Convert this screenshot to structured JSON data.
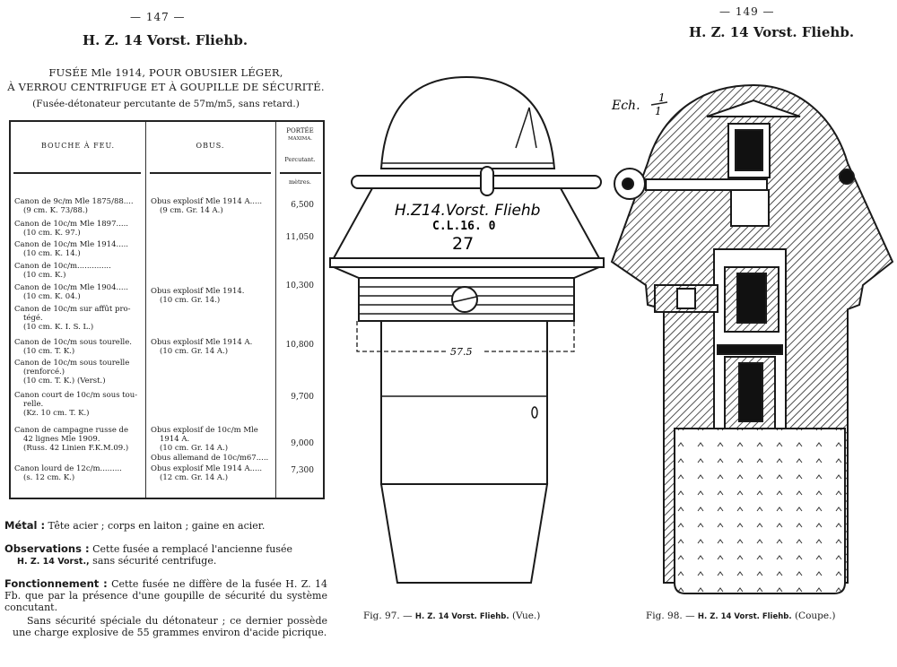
{
  "left_page": {
    "page_number": "— 147 —",
    "title": "H. Z. 14 Vorst. Fliehb.",
    "subtitle_line1": "FUSÉE Mle 1914, POUR OBUSIER LÉGER,",
    "subtitle_line2": "À VERROU CENTRIFUGE ET À GOUPILLE DE SÉCURITÉ.",
    "subtitle_line3": "(Fusée-détonateur percutante de 57m/m5, sans retard.)",
    "table": {
      "headers": {
        "col1": "BOUCHE À FEU.",
        "col2": "OBUS.",
        "col3_line1": "PORTÉE",
        "col3_line2": "MAXIMA.",
        "col3_line3": "Percutant.",
        "col3_unit": "mètres."
      },
      "guns": [
        {
          "lines": [
            "Canon de 9c/m Mle 1875/88....",
            "(9 cm. K. 73/88.)"
          ]
        },
        {
          "lines": [
            "Canon de 10c/m Mle 1897.....",
            "(10 cm. K. 97.)"
          ]
        },
        {
          "lines": [
            "Canon de 10c/m Mle 1914.....",
            "(10 cm. K. 14.)"
          ]
        },
        {
          "lines": [
            "Canon de 10c/m..............",
            "(10 cm. K.)"
          ]
        },
        {
          "lines": [
            "Canon de 10c/m Mle 1904.....",
            "(10 cm. K. 04.)"
          ]
        },
        {
          "lines": [
            "Canon de 10c/m sur affût pro-",
            "tégé.",
            "(10 cm. K. I. S. L.)"
          ]
        },
        {
          "lines": [
            "Canon de 10c/m sous tourelle.",
            "(10 cm. T. K.)"
          ]
        },
        {
          "lines": [
            "Canon de 10c/m sous tourelle",
            "(renforcé.)",
            "(10 cm. T. K.) (Verst.)"
          ]
        },
        {
          "lines": [
            "Canon court de 10c/m sous tou-",
            "relle.",
            "(Kz. 10 cm. T. K.)"
          ]
        },
        {
          "lines": [
            "Canon de campagne russe de",
            "42 lignes Mle 1909.",
            "(Russ. 42 Linien F.K.M.09.)"
          ]
        },
        {
          "lines": [
            "Canon lourd de 12c/m.........",
            "(s. 12 cm. K.)"
          ]
        }
      ],
      "shells": [
        {
          "lines": [
            "Obus explosif Mle 1914 A.....",
            "(9 cm. Gr. 14 A.)"
          ]
        },
        {
          "lines": [
            "Obus explosif Mle 1914.",
            "(10 cm. Gr. 14.)"
          ]
        },
        {
          "lines": [
            "Obus explosif Mle 1914 A.",
            "(10 cm. Gr. 14 A.)"
          ]
        },
        {
          "lines": [
            "Obus explosif de 10c/m Mle",
            "1914 A.",
            "(10 cm. Gr. 14 A.)"
          ]
        },
        {
          "lines": [
            "Obus allemand de 10c/m67....."
          ]
        },
        {
          "lines": [
            "Obus explosif Mle 1914 A.....",
            "(12 cm. Gr. 14 A.)"
          ]
        }
      ],
      "ranges": [
        "6,500",
        "11,050",
        "10,300",
        "10,800",
        "9,700",
        "9,000",
        "7,300"
      ]
    },
    "metal_label": "Métal :",
    "metal_text": "Tête acier ; corps en laiton ; gaine en acier.",
    "observations_label": "Observations :",
    "observations_text": "Cette fusée a remplacé l'ancienne fusée",
    "observations_bold": "H. Z. 14 Vorst.,",
    "observations_text2": "sans sécurité centrifuge.",
    "fonctionnement_label": "Fonctionnement :",
    "fonctionnement_text": "Cette fusée ne diffère de la fusée H. Z. 14 Fb. que par la présence d'une goupille de sécurité du système concutant.",
    "fonctionnement_text2": "Sans sécurité spéciale du détonateur ; ce dernier possède une charge explosive de 55 grammes environ d'acide picrique."
  },
  "right_page": {
    "page_number": "— 149 —",
    "title": "H. Z. 14 Vorst. Fliehb.",
    "fig97": {
      "marking_line1": "H.Z14.Vorst. Fliehb",
      "marking_line2": "C.L.16. 0",
      "marking_line3": "27",
      "dimension": "57.5",
      "caption_prefix": "Fig. 97. —",
      "caption_bold": "H. Z. 14 Vorst. Fliehb.",
      "caption_suffix": "(Vue.)"
    },
    "fig98": {
      "scale_label": "Ech.",
      "scale_num": "1",
      "scale_den": "1",
      "caption_prefix": "Fig. 98. —",
      "caption_bold": "H. Z. 14 Vorst. Fliehb.",
      "caption_suffix": "(Coupe.)"
    }
  }
}
